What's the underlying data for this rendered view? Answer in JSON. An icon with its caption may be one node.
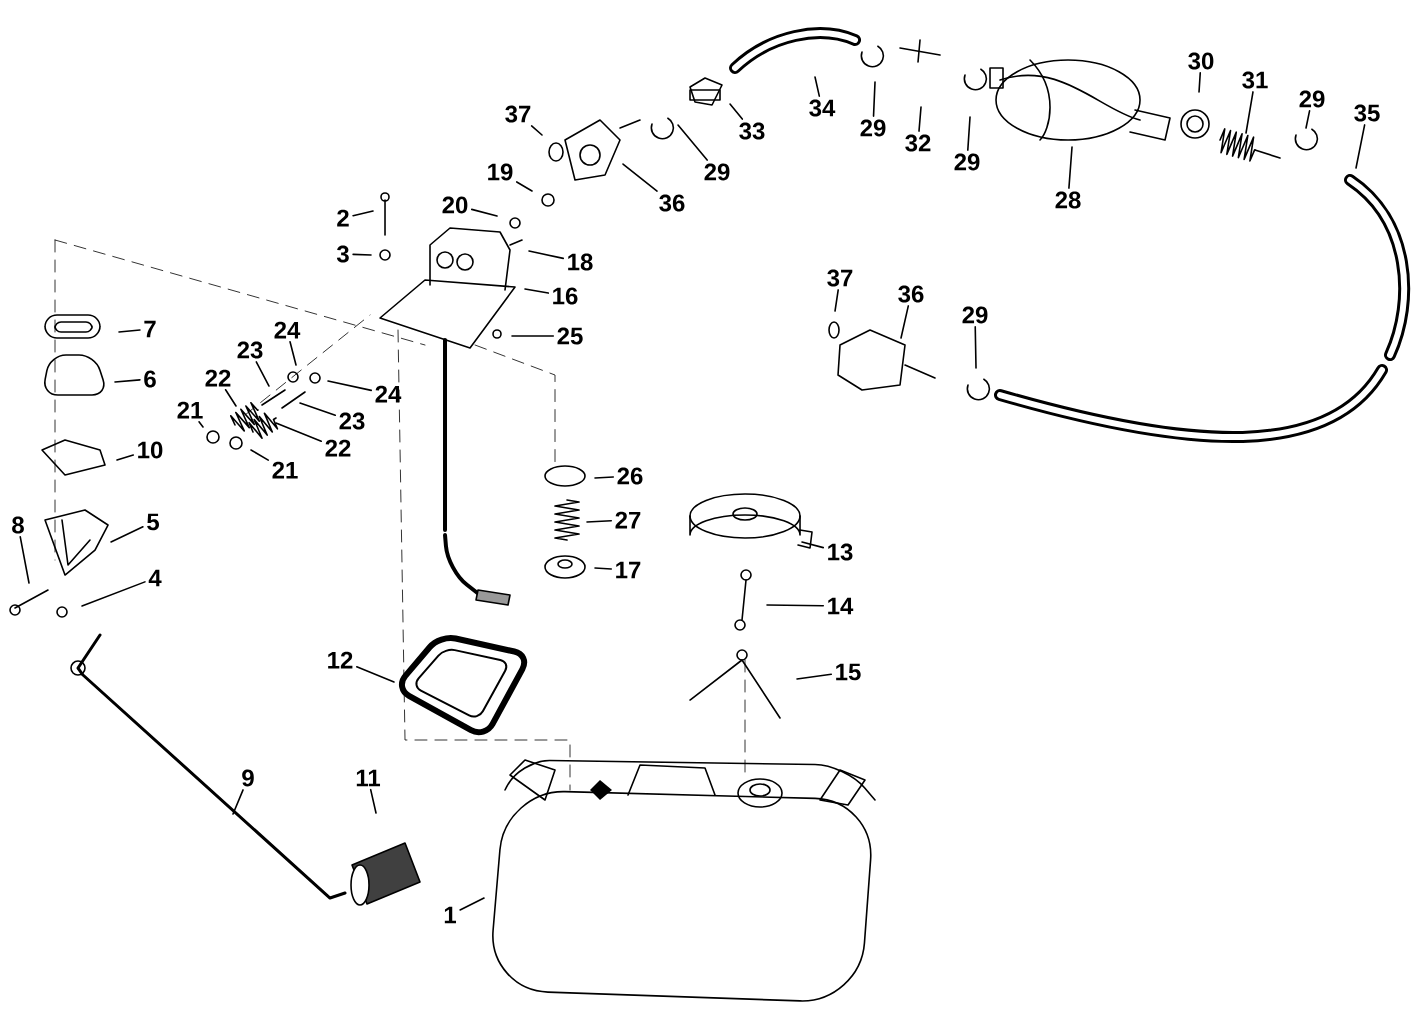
{
  "diagram": {
    "nodes": [
      {
        "text": [
          "1"
        ]
      },
      {
        "text": [
          "2"
        ]
      },
      {
        "text": [
          "3"
        ]
      },
      {
        "text": [
          "4"
        ]
      },
      {
        "text": [
          "5"
        ]
      },
      {
        "text": [
          "6"
        ]
      },
      {
        "text": [
          "7"
        ]
      },
      {
        "text": [
          "8"
        ]
      },
      {
        "text": [
          "9"
        ]
      },
      {
        "text": [
          "10"
        ]
      },
      {
        "text": [
          "11"
        ]
      },
      {
        "text": [
          "12"
        ]
      },
      {
        "text": [
          "13"
        ]
      },
      {
        "text": [
          "14"
        ]
      },
      {
        "text": [
          "15"
        ]
      },
      {
        "text": [
          "16"
        ]
      },
      {
        "text": [
          "17"
        ]
      },
      {
        "text": [
          "18"
        ]
      },
      {
        "text": [
          "19"
        ]
      },
      {
        "text": [
          "20"
        ]
      },
      {
        "text": [
          "21"
        ]
      },
      {
        "text": [
          "21"
        ]
      },
      {
        "text": [
          "22"
        ]
      },
      {
        "text": [
          "22"
        ]
      },
      {
        "text": [
          "23"
        ]
      },
      {
        "text": [
          "23"
        ]
      },
      {
        "text": [
          "24"
        ]
      },
      {
        "text": [
          "24"
        ]
      },
      {
        "text": [
          "25"
        ]
      },
      {
        "text": [
          "26"
        ]
      },
      {
        "text": [
          "27"
        ]
      },
      {
        "text": [
          "28"
        ]
      },
      {
        "text": [
          "29"
        ]
      },
      {
        "text": [
          "29"
        ]
      },
      {
        "text": [
          "29"
        ]
      },
      {
        "text": [
          "29"
        ]
      },
      {
        "text": [
          "29"
        ]
      },
      {
        "text": [
          "30"
        ]
      },
      {
        "text": [
          "31"
        ]
      },
      {
        "text": [
          "32"
        ]
      },
      {
        "text": [
          "33"
        ]
      },
      {
        "text": [
          "34"
        ]
      },
      {
        "text": [
          "35"
        ]
      },
      {
        "text": [
          "36"
        ]
      },
      {
        "text": [
          "36"
        ]
      },
      {
        "text": [
          "37"
        ]
      },
      {
        "text": [
          "37"
        ]
      }
    ],
    "edges": [
      {
        "from": 0,
        "to": null,
        "arrow": "none"
      },
      {
        "from": 1,
        "to": null,
        "arrow": "none"
      },
      {
        "from": 2,
        "to": null,
        "arrow": "none"
      },
      {
        "from": 3,
        "to": null,
        "arrow": "none"
      },
      {
        "from": 4,
        "to": null,
        "arrow": "none"
      },
      {
        "from": 5,
        "to": null,
        "arrow": "none"
      },
      {
        "from": 6,
        "to": null,
        "arrow": "none"
      },
      {
        "from": 7,
        "to": null,
        "arrow": "none"
      },
      {
        "from": 8,
        "to": null,
        "arrow": "none"
      },
      {
        "from": 9,
        "to": null,
        "arrow": "none"
      },
      {
        "from": 10,
        "to": null,
        "arrow": "none"
      },
      {
        "from": 11,
        "to": null,
        "arrow": "none"
      },
      {
        "from": 12,
        "to": null,
        "arrow": "none"
      },
      {
        "from": 13,
        "to": null,
        "arrow": "none"
      },
      {
        "from": 14,
        "to": null,
        "arrow": "none"
      },
      {
        "from": 15,
        "to": null,
        "arrow": "none"
      },
      {
        "from": 16,
        "to": null,
        "arrow": "none"
      },
      {
        "from": 17,
        "to": null,
        "arrow": "none"
      },
      {
        "from": 18,
        "to": null,
        "arrow": "none"
      },
      {
        "from": 19,
        "to": null,
        "arrow": "none"
      },
      {
        "from": 20,
        "to": null,
        "arrow": "none"
      },
      {
        "from": 21,
        "to": null,
        "arrow": "none"
      },
      {
        "from": 22,
        "to": null,
        "arrow": "none"
      },
      {
        "from": 23,
        "to": null,
        "arrow": "none"
      },
      {
        "from": 24,
        "to": null,
        "arrow": "none"
      },
      {
        "from": 25,
        "to": null,
        "arrow": "none"
      },
      {
        "from": 26,
        "to": null,
        "arrow": "none"
      },
      {
        "from": 27,
        "to": null,
        "arrow": "none"
      },
      {
        "from": 28,
        "to": null,
        "arrow": "none"
      },
      {
        "from": 29,
        "to": null,
        "arrow": "none"
      },
      {
        "from": 30,
        "to": null,
        "arrow": "none"
      },
      {
        "from": 31,
        "to": null,
        "arrow": "none"
      },
      {
        "from": 32,
        "to": null,
        "arrow": "none"
      },
      {
        "from": 33,
        "to": null,
        "arrow": "none"
      },
      {
        "from": 34,
        "to": null,
        "arrow": "none"
      },
      {
        "from": 35,
        "to": null,
        "arrow": "none"
      },
      {
        "from": 36,
        "to": null,
        "arrow": "none"
      },
      {
        "from": 37,
        "to": null,
        "arrow": "none"
      },
      {
        "from": 38,
        "to": null,
        "arrow": "none"
      },
      {
        "from": 39,
        "to": null,
        "arrow": "none"
      },
      {
        "from": 40,
        "to": null,
        "arrow": "none"
      },
      {
        "from": 41,
        "to": null,
        "arrow": "none"
      },
      {
        "from": 42,
        "to": null,
        "arrow": "none"
      },
      {
        "from": 43,
        "to": null,
        "arrow": "none"
      },
      {
        "from": 44,
        "to": null,
        "arrow": "none"
      },
      {
        "from": 45,
        "to": null,
        "arrow": "none"
      },
      {
        "from": 46,
        "to": null,
        "arrow": "none"
      }
    ]
  }
}
